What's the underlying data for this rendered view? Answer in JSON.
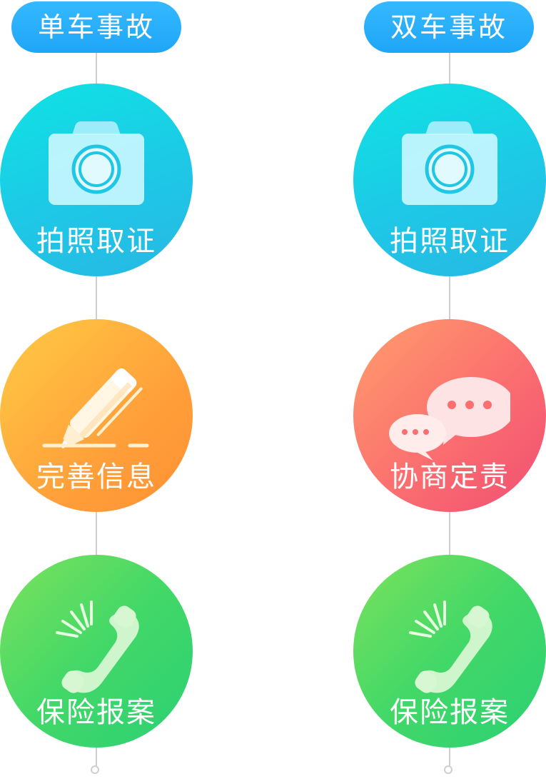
{
  "left_flow": {
    "title": "单车事故",
    "steps": [
      {
        "label": "拍照取证",
        "icon": "camera-icon"
      },
      {
        "label": "完善信息",
        "icon": "pen-icon"
      },
      {
        "label": "保险报案",
        "icon": "phone-icon"
      }
    ]
  },
  "right_flow": {
    "title": "双车事故",
    "steps": [
      {
        "label": "拍照取证",
        "icon": "camera-icon"
      },
      {
        "label": "协商定责",
        "icon": "chat-bubbles-icon"
      },
      {
        "label": "保险报案",
        "icon": "phone-icon"
      }
    ]
  },
  "colors": {
    "title_pill": "#1ea6f7",
    "photo_step": "#1fc6e6",
    "info_step": "#ffa13a",
    "responsibility_step": "#f85d71",
    "report_step": "#43d868",
    "connector": "#cfcfcf"
  }
}
